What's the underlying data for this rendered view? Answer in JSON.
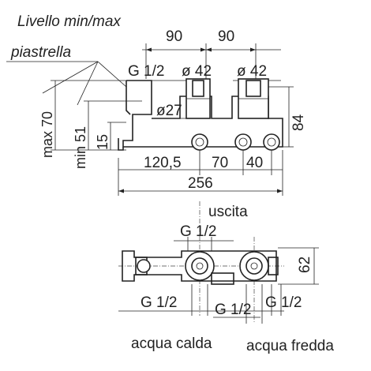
{
  "labels": {
    "tile_level": "Livello min/max",
    "tile": "piastrella",
    "max_70": "max 70",
    "min_51": "min 51",
    "dim_15": "15",
    "dim_90_left": "90",
    "dim_90_right": "90",
    "thread_top": "G 1/2",
    "dia_42_left": "ø 42",
    "dia_42_right": "ø 42",
    "dia_27": "ø27",
    "dim_84": "84",
    "dim_120_5": "120,5",
    "dim_70": "70",
    "dim_40": "40",
    "dim_256": "256",
    "outlet": "uscita",
    "thread_outlet": "G 1/2",
    "dim_62": "62",
    "thread_bottom_left": "G 1/2",
    "thread_bottom_mid": "G 1/2",
    "thread_bottom_right": "G 1/2",
    "hot_water": "acqua calda",
    "cold_water": "acqua fredda"
  },
  "colors": {
    "line": "#222222",
    "background": "#ffffff"
  }
}
